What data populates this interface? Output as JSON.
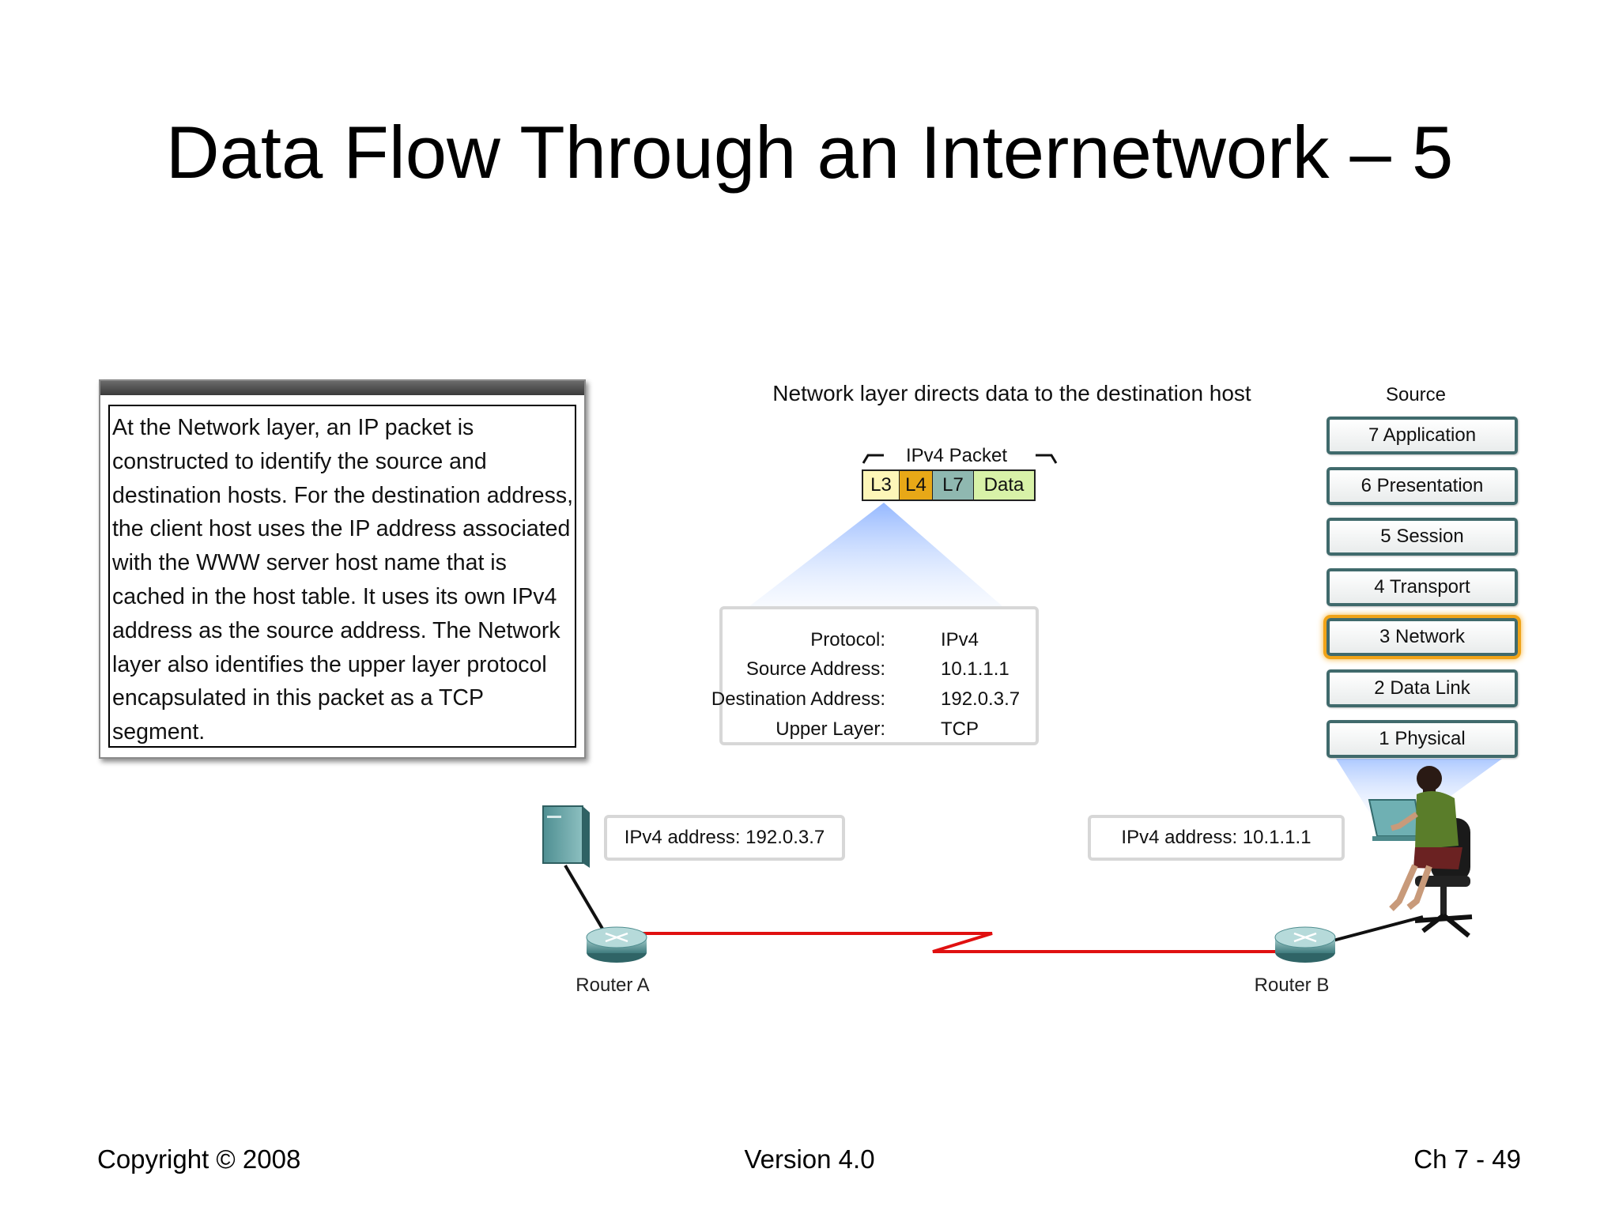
{
  "title": "Data Flow Through an Internetwork – 5",
  "description": {
    "lines": [
      "At the Network layer, an IP packet is",
      "constructed to identify the source and",
      "destination hosts. For the destination address,",
      "the client host uses the IP address associated",
      "with the WWW server host name that is",
      "cached in the host table. It uses its own IPv4",
      "address as the source address. The Network",
      "layer also identifies the upper layer protocol",
      "encapsulated in this packet as a TCP",
      "segment."
    ]
  },
  "diagram": {
    "caption": "Network layer directs data to the destination host",
    "packet": {
      "label": "IPv4 Packet",
      "cells": [
        {
          "text": "L3",
          "color": "#fdf6b8"
        },
        {
          "text": "L4",
          "color": "#e8a817"
        },
        {
          "text": "L7",
          "color": "#8fb8b0"
        },
        {
          "text": "Data",
          "color": "#d8f2a8"
        }
      ]
    },
    "packet_details": [
      {
        "key": "Protocol:",
        "value": "IPv4"
      },
      {
        "key": "Source Address:",
        "value": "10.1.1.1"
      },
      {
        "key": "Destination Address:",
        "value": "192.0.3.7"
      },
      {
        "key": "Upper Layer:",
        "value": "TCP"
      }
    ],
    "stack": {
      "title": "Source",
      "layers": [
        "7 Application",
        "6 Presentation",
        "5 Session",
        "4 Transport",
        "3 Network",
        "2 Data Link",
        "1 Physical"
      ],
      "active_layer": "3 Network",
      "highlight_color": "#f0a317"
    },
    "server_address": "IPv4 address: 192.0.3.7",
    "client_address": "IPv4 address: 10.1.1.1",
    "router_a": "Router A",
    "router_b": "Router B",
    "link_color": "#e01010"
  },
  "footer": {
    "left": "Copyright © 2008",
    "center": "Version 4.0",
    "right": "Ch 7 - 49"
  }
}
